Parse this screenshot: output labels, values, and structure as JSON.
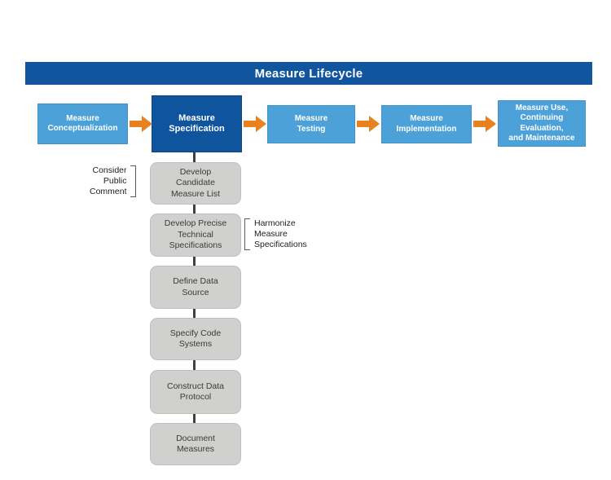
{
  "header": {
    "title": "Measure Lifecycle",
    "background_color": "#10559e",
    "text_color": "#ffffff"
  },
  "colors": {
    "stage_light_blue": "#4ca2d8",
    "stage_dark_blue": "#0f559e",
    "arrow_orange": "#e8821e",
    "task_gray": "#d0d0ce",
    "connector_gray": "#404040",
    "page_background": "#ffffff"
  },
  "lifecycle": {
    "stages": [
      {
        "label": "Measure\nConceptualization",
        "state": "inactive"
      },
      {
        "label": "Measure\nSpecification",
        "state": "active"
      },
      {
        "label": "Measure\nTesting",
        "state": "inactive"
      },
      {
        "label": "Measure\nImplementation",
        "state": "inactive"
      },
      {
        "label": "Measure Use,\nContinuing Evaluation,\nand Maintenance",
        "state": "inactive"
      }
    ],
    "arrows": [
      {
        "icon": "arrow-right-icon"
      },
      {
        "icon": "arrow-right-icon"
      },
      {
        "icon": "arrow-right-icon"
      },
      {
        "icon": "arrow-right-icon"
      }
    ]
  },
  "specification_steps": [
    {
      "label": "Develop\nCandidate\nMeasure List"
    },
    {
      "label": "Develop Precise\nTechnical\nSpecifications"
    },
    {
      "label": "Define Data\nSource"
    },
    {
      "label": "Specify Code\nSystems"
    },
    {
      "label": "Construct Data\nProtocol"
    },
    {
      "label": "Document\nMeasures"
    }
  ],
  "annotations": [
    {
      "id": "consider-public-comment",
      "label": "Consider\nPublic\nComment",
      "side": "left",
      "attached_to_step": 0,
      "bracket": "close"
    },
    {
      "id": "harmonize-measure-specifications",
      "label": "Harmonize\nMeasure\nSpecifications",
      "side": "right",
      "attached_to_step": 1,
      "bracket": "open"
    }
  ]
}
